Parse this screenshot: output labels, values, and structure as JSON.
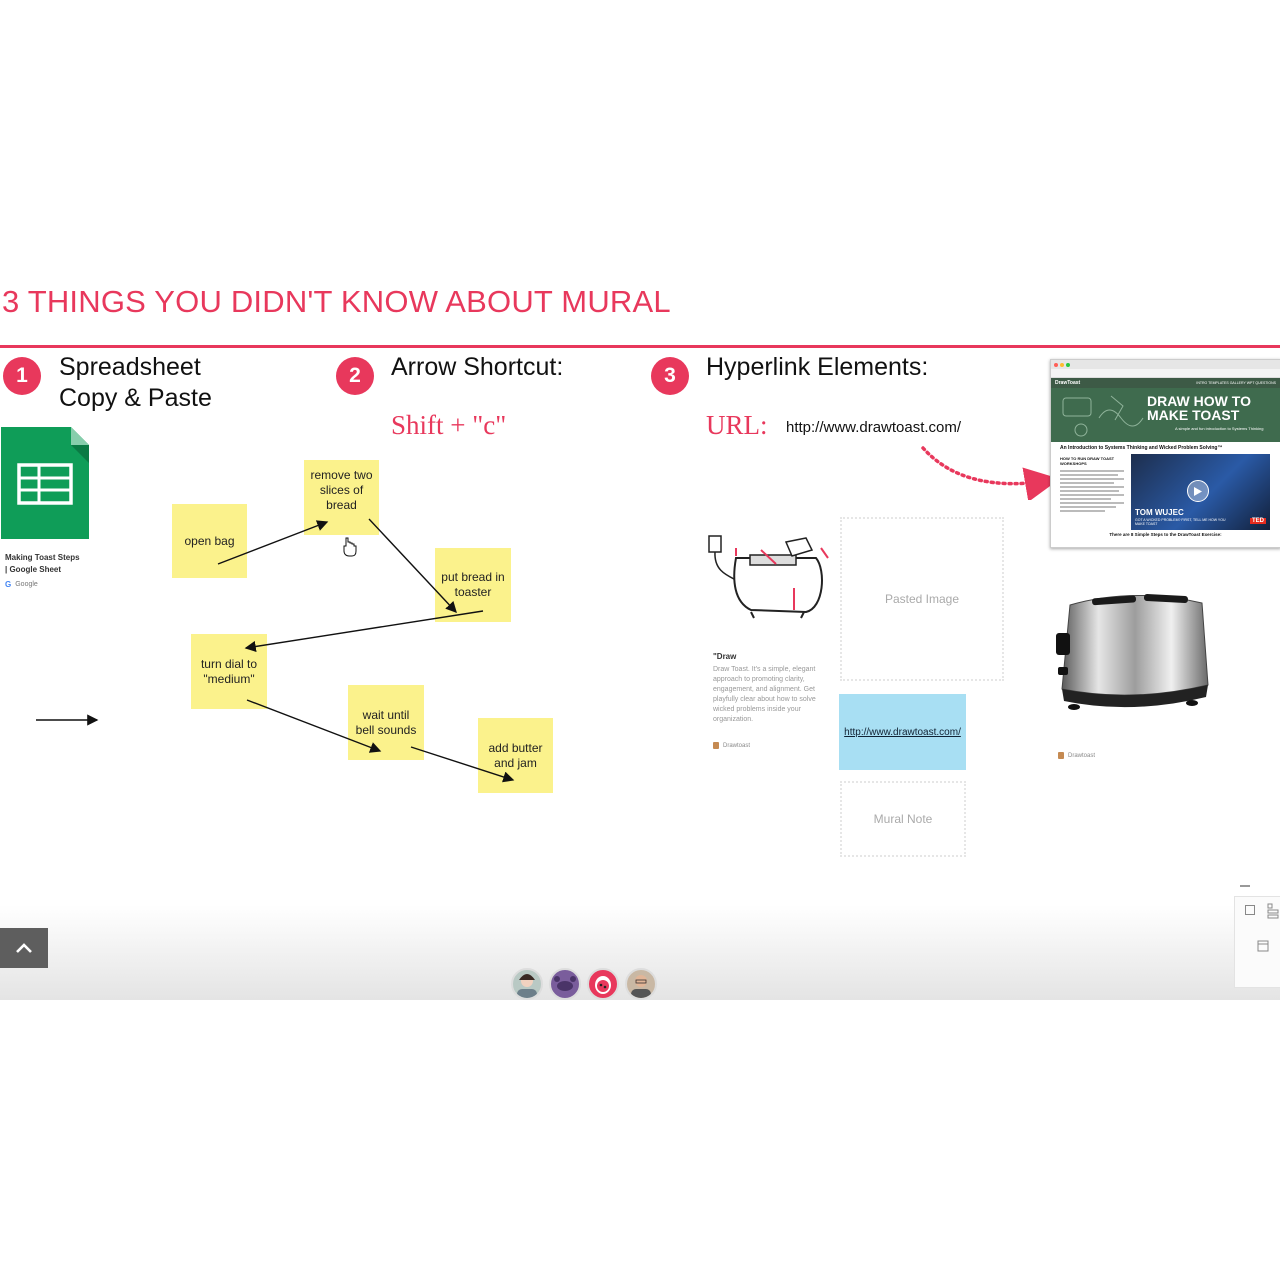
{
  "title": "3 THINGS YOU DIDN'T KNOW ABOUT MURAL",
  "sections": [
    {
      "number": "1",
      "heading_line1": "Spreadsheet",
      "heading_line2": "Copy & Paste"
    },
    {
      "number": "2",
      "heading_line1": "Arrow Shortcut:",
      "shortcut": "Shift + \"c\""
    },
    {
      "number": "3",
      "heading_line1": "Hyperlink Elements:",
      "url_label": "URL:",
      "url_value": "http://www.drawtoast.com/"
    }
  ],
  "sheet_card": {
    "title_line1": "Making Toast Steps",
    "title_line2": "| Google Sheet",
    "source": "Google"
  },
  "stickies": {
    "open_bag": "open bag",
    "remove_slices": "remove two slices of bread",
    "put_bread": "put bread in toaster",
    "turn_dial": "turn dial to \"medium\"",
    "wait_bell": "wait until bell sounds",
    "add_butter": "add butter and jam"
  },
  "draw_card": {
    "title": "\"Draw",
    "body": "Draw Toast. It's a simple, elegant approach to promoting clarity, engagement, and alignment. Get playfully clear about how to solve wicked problems inside your organization.",
    "source": "Drawtoast"
  },
  "pasted_image_label": "Pasted Image",
  "link_note": "http://www.drawtoast.com/",
  "mural_note_label": "Mural Note",
  "toaster_source": "Drawtoast",
  "site_preview": {
    "brand": "DrawToast",
    "nav": "INTRO   TEMPLATES   GALLERY   WPT QUESTIONS",
    "headline_line1": "DRAW HOW TO",
    "headline_line2": "MAKE TOAST",
    "tagline": "A simple and fun introduction to Systems Thinking",
    "subhead": "An Introduction to Systems Thinking and Wicked Problem Solving™",
    "left_heading": "HOW TO RUN DRAW TOAST WORKSHOPS",
    "video_name": "TOM WUJEC",
    "video_caption": "GOT A WICKED PROBLEM? FIRST, TELL ME HOW YOU MAKE TOAST",
    "video_badge": "TED",
    "footer": "There are 8 Simple Steps to the DrawToast Exercise:"
  },
  "colors": {
    "accent": "#e8385c",
    "sticky": "#fbf28c",
    "link_note": "#a8dff3",
    "sheets_green": "#0f9d58"
  }
}
